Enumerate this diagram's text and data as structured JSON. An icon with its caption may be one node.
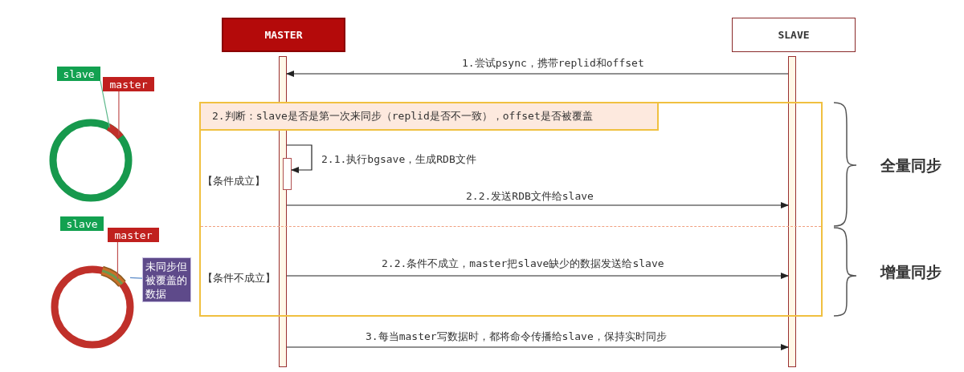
{
  "diagram": {
    "nodes": [
      {
        "text": [
          "MASTER"
        ]
      },
      {
        "text": [
          "SLAVE"
        ]
      },
      {
        "text": [],
        "shape": "bar"
      },
      {
        "text": [],
        "shape": "bar"
      },
      {
        "text": [],
        "shape": "bar",
        "in": 5
      },
      {
        "text": [
          "2.判断：slave是否是第一次来同步（replid是否不一致），offset是否被覆盖",
          "【条件成立】",
          "【条件不成立】"
        ]
      },
      {
        "text": [
          "slave"
        ]
      },
      {
        "text": [
          "master"
        ]
      },
      {
        "text": [],
        "shape": "circle"
      },
      {
        "text": [
          "slave"
        ]
      },
      {
        "text": [
          "master"
        ]
      },
      {
        "text": [],
        "shape": "circle"
      },
      {
        "text": [],
        "shape": "bar"
      },
      {
        "text": [
          "未同步但被覆盖的数据"
        ]
      }
    ],
    "edges": [
      {
        "from": 3,
        "to": 2,
        "arrow": "to",
        "label": "1.尝试psync，携带replid和offset"
      },
      {
        "from": 2,
        "to": 4,
        "arrow": "to",
        "label": "2.1.执行bgsave，生成RDB文件"
      },
      {
        "from": 2,
        "to": 3,
        "arrow": "to",
        "label": "2.2.发送RDB文件给slave"
      },
      {
        "from": 2,
        "to": 3,
        "arrow": "to",
        "label": "2.2.条件不成立，master把slave缺少的数据发送给slave"
      },
      {
        "from": 2,
        "to": 3,
        "arrow": "to",
        "label": "3.每当master写数据时，都将命令传播给slave，保持实时同步"
      },
      {
        "from": 6,
        "to": 8,
        "arrow": "none",
        "color": "#5cb88a"
      },
      {
        "from": 7,
        "to": 8,
        "arrow": "none",
        "color": "#c05050"
      },
      {
        "from": 10,
        "to": 11,
        "arrow": "none",
        "color": "#c05050"
      },
      {
        "from": 13,
        "to": 12,
        "arrow": "none",
        "color": "#5a8ac8"
      }
    ],
    "labels": [
      "全量同步",
      "增量同步"
    ]
  }
}
